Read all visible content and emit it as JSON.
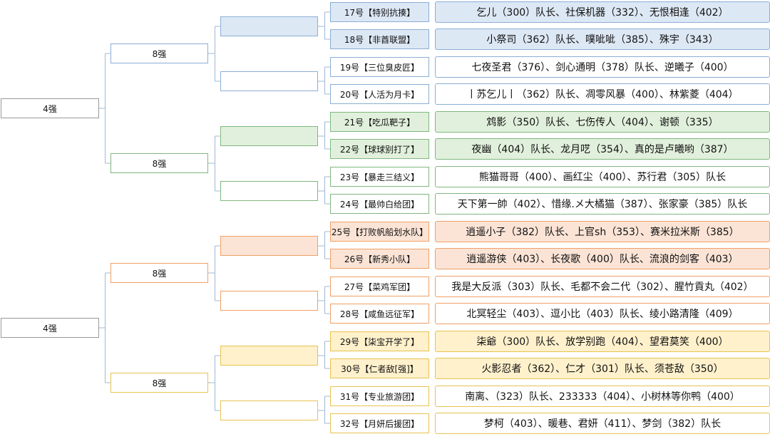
{
  "round4": {
    "label": "4强"
  },
  "round8": {
    "label": "8强"
  },
  "colors": {
    "blue": "#8aaed6",
    "blue_fill": "#dde8f5",
    "green": "#7fb77f",
    "green_fill": "#e1f0dc",
    "orange": "#f0a066",
    "orange_fill": "#fbe4d6",
    "yellow": "#e8c24f",
    "yellow_fill": "#fff1cc",
    "line": "#9fb8d4"
  },
  "teams": [
    {
      "name": "17号【特别抗揍】",
      "players": "乞儿（300）队长、社保机器（332）、无恨相逢（402）"
    },
    {
      "name": "18号【非酋联盟】",
      "players": "小祭司（362）队长、噗呲呲（385）、殊宇（343）"
    },
    {
      "name": "19号【三位臭皮匠】",
      "players": "七夜圣君（376）、剑心通明（378）队长、逆曦子（400）"
    },
    {
      "name": "20号【人活为月卡】",
      "players": "丨苏乞儿丨（362）队长、凋零风暴（400）、林紫菱（404）"
    },
    {
      "name": "21号【吃瓜靶子】",
      "players": "鸩影（350）队长、七伤传人（404）、谢顿（335）"
    },
    {
      "name": "22号【球球别打了】",
      "players": "夜幽（404）队长、龙月呓（354）、真的是卢曦哟（387）"
    },
    {
      "name": "23号【暴走三结义】",
      "players": "熊猫哥哥（400）、画红尘（400）、苏行君（305）队长"
    },
    {
      "name": "24号【最帅白给团】",
      "players": "天下第一帥（402）、惜缘.メ大橘猫（387）、张家豪（385）队长"
    },
    {
      "name": "25号【打败帆船划水队】",
      "players": "逍遥小子（382）队长、上官sh（353）、赛米拉米斯（385）"
    },
    {
      "name": "26号【新秀小队】",
      "players": "逍遥游侠（403）、长夜歌（400）队长、流浪的剑客（403）"
    },
    {
      "name": "27号【菜鸡军团】",
      "players": "我是大反派（303）队长、毛都不会二代（302）、腥竹貢丸（402）"
    },
    {
      "name": "28号【咸鱼远征军】",
      "players": "北冥轻尘（403）、逗小比（403）队长、绫小路清隆（409）"
    },
    {
      "name": "29号【柒宝开学了】",
      "players": "柒爺（300）队长、放学别跑（404）、望君莫笑（400）"
    },
    {
      "name": "30号【仁者敌[强]】",
      "players": "火影忍者（362）、仁才（301）队长、须苍敌（350）"
    },
    {
      "name": "31号【专业旅游团】",
      "players": "南离、（323）队长、233333（404）、小树林等你鸭（400）"
    },
    {
      "name": "32号【月妍后援团】",
      "players": "梦柯（403）、暖巷、君妍（411）、梦剑（382）队长"
    }
  ]
}
